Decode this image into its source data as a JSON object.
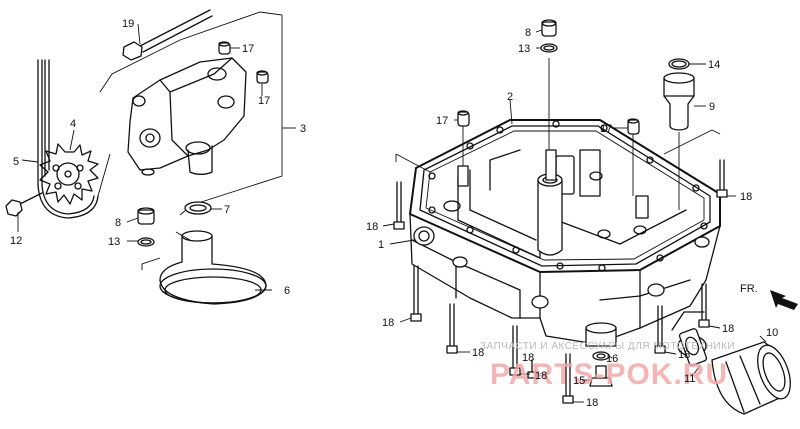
{
  "parts": {
    "p1": "1",
    "p2": "2",
    "p3": "3",
    "p4": "4",
    "p5": "5",
    "p6": "6",
    "p7": "7",
    "p8a": "8",
    "p8b": "8",
    "p9": "9",
    "p10": "10",
    "p11": "11",
    "p12": "12",
    "p13a": "13",
    "p13b": "13",
    "p14": "14",
    "p15": "15",
    "p16": "16",
    "p17a": "17",
    "p17b": "17",
    "p17c": "17",
    "p17d": "17",
    "p18a": "18",
    "p18b": "18",
    "p18c": "18",
    "p18d": "18",
    "p18e": "18",
    "p18f": "18",
    "p18g": "18",
    "p18h": "18",
    "p18i": "18",
    "p19": "19"
  },
  "direction_label": "FR.",
  "watermark": {
    "caption": "ЗАПЧАСТИ И АКСЕССУАРЫ ДЛЯ МОТОТЕХНИКИ",
    "site": "PARTS-POK.RU"
  }
}
